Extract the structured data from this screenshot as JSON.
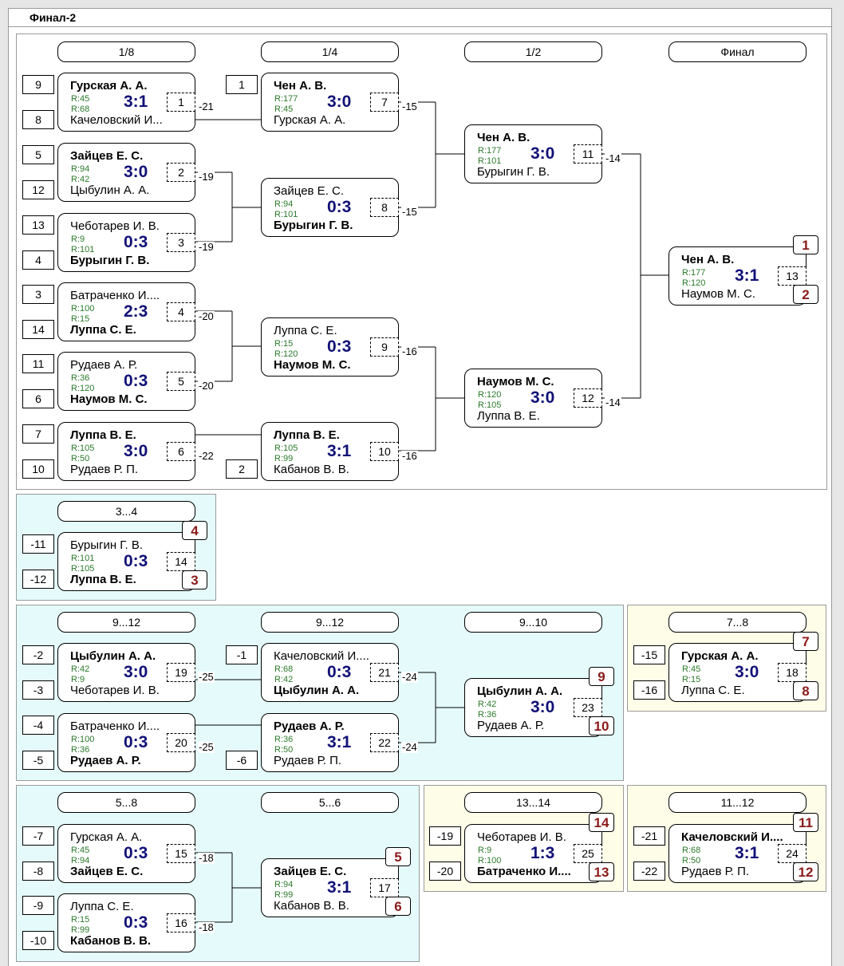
{
  "title": "Финал-2",
  "rounds": {
    "r8": "1/8",
    "r4": "1/4",
    "r2": "1/2",
    "final": "Финал",
    "p34": "3...4",
    "p912a": "9...12",
    "p912b": "9...12",
    "p910": "9...10",
    "p78": "7...8",
    "p58": "5...8",
    "p56": "5...6",
    "p1314": "13...14",
    "p1112": "11...12"
  },
  "matches": [
    {
      "n": "1",
      "p1": "Гурская А. А.",
      "r1": "R:45",
      "p2": "Качеловский И...",
      "r2": "R:68",
      "score": "3:1",
      "win": 1,
      "s1": "9",
      "s2": "8",
      "out": "-21"
    },
    {
      "n": "2",
      "p1": "Зайцев Е. С.",
      "r1": "R:94",
      "p2": "Цыбулин А. А.",
      "r2": "R:42",
      "score": "3:0",
      "win": 1,
      "s1": "5",
      "s2": "12",
      "out": "-19"
    },
    {
      "n": "3",
      "p1": "Чеботарев И. В.",
      "r1": "R:9",
      "p2": "Бурыгин Г. В.",
      "r2": "R:101",
      "score": "0:3",
      "win": 2,
      "s1": "13",
      "s2": "4",
      "out": "-19"
    },
    {
      "n": "4",
      "p1": "Батраченко И....",
      "r1": "R:100",
      "p2": "Луппа С. Е.",
      "r2": "R:15",
      "score": "2:3",
      "win": 2,
      "s1": "3",
      "s2": "14",
      "out": "-20"
    },
    {
      "n": "5",
      "p1": "Рудаев А. Р.",
      "r1": "R:36",
      "p2": "Наумов М. С.",
      "r2": "R:120",
      "score": "0:3",
      "win": 2,
      "s1": "11",
      "s2": "6",
      "out": "-20"
    },
    {
      "n": "6",
      "p1": "Луппа В. Е.",
      "r1": "R:105",
      "p2": "Рудаев Р. П.",
      "r2": "R:50",
      "score": "3:0",
      "win": 1,
      "s1": "7",
      "s2": "10",
      "out": "-22"
    },
    {
      "n": "7",
      "p1": "Чен А. В.",
      "r1": "R:177",
      "p2": "Гурская А. А.",
      "r2": "R:45",
      "score": "3:0",
      "win": 1,
      "s1": "1",
      "out": "-15"
    },
    {
      "n": "8",
      "p1": "Зайцев Е. С.",
      "r1": "R:94",
      "p2": "Бурыгин Г. В.",
      "r2": "R:101",
      "score": "0:3",
      "win": 2,
      "out": "-15"
    },
    {
      "n": "9",
      "p1": "Луппа С. Е.",
      "r1": "R:15",
      "p2": "Наумов М. С.",
      "r2": "R:120",
      "score": "0:3",
      "win": 2,
      "out": "-16"
    },
    {
      "n": "10",
      "p1": "Луппа В. Е.",
      "r1": "R:105",
      "p2": "Кабанов В. В.",
      "r2": "R:99",
      "score": "3:1",
      "win": 1,
      "s2": "2",
      "out": "-16"
    },
    {
      "n": "11",
      "p1": "Чен А. В.",
      "r1": "R:177",
      "p2": "Бурыгин Г. В.",
      "r2": "R:101",
      "score": "3:0",
      "win": 1,
      "out": "-14"
    },
    {
      "n": "12",
      "p1": "Наумов М. С.",
      "r1": "R:120",
      "p2": "Луппа В. Е.",
      "r2": "R:105",
      "score": "3:0",
      "win": 1,
      "out": "-14"
    },
    {
      "n": "13",
      "p1": "Чен А. В.",
      "r1": "R:177",
      "p2": "Наумов М. С.",
      "r2": "R:120",
      "score": "3:1",
      "win": 1,
      "pl1": "1",
      "pl2": "2"
    },
    {
      "n": "14",
      "p1": "Бурыгин Г. В.",
      "r1": "R:101",
      "p2": "Луппа В. Е.",
      "r2": "R:105",
      "score": "0:3",
      "win": 2,
      "s1": "-11",
      "s2": "-12",
      "pl1": "4",
      "pl2": "3"
    },
    {
      "n": "19",
      "p1": "Цыбулин А. А.",
      "r1": "R:42",
      "p2": "Чеботарев И. В.",
      "r2": "R:9",
      "score": "3:0",
      "win": 1,
      "s1": "-2",
      "s2": "-3",
      "out": "-25"
    },
    {
      "n": "20",
      "p1": "Батраченко И....",
      "r1": "R:100",
      "p2": "Рудаев А. Р.",
      "r2": "R:36",
      "score": "0:3",
      "win": 2,
      "s1": "-4",
      "s2": "-5",
      "out": "-25"
    },
    {
      "n": "21",
      "p1": "Качеловский И....",
      "r1": "R:68",
      "p2": "Цыбулин А. А.",
      "r2": "R:42",
      "score": "0:3",
      "win": 2,
      "s1": "-1",
      "out": "-24"
    },
    {
      "n": "22",
      "p1": "Рудаев А. Р.",
      "r1": "R:36",
      "p2": "Рудаев Р. П.",
      "r2": "R:50",
      "score": "3:1",
      "win": 1,
      "s2": "-6",
      "out": "-24"
    },
    {
      "n": "23",
      "p1": "Цыбулин А. А.",
      "r1": "R:42",
      "p2": "Рудаев А. Р.",
      "r2": "R:36",
      "score": "3:0",
      "win": 1,
      "pl1": "9",
      "pl2": "10"
    },
    {
      "n": "18",
      "p1": "Гурская А. А.",
      "r1": "R:45",
      "p2": "Луппа С. Е.",
      "r2": "R:15",
      "score": "3:0",
      "win": 1,
      "s1": "-15",
      "s2": "-16",
      "pl1": "7",
      "pl2": "8"
    },
    {
      "n": "15",
      "p1": "Гурская А. А.",
      "r1": "R:45",
      "p2": "Зайцев Е. С.",
      "r2": "R:94",
      "score": "0:3",
      "win": 2,
      "s1": "-7",
      "s2": "-8",
      "out": "-18"
    },
    {
      "n": "16",
      "p1": "Луппа С. Е.",
      "r1": "R:15",
      "p2": "Кабанов В. В.",
      "r2": "R:99",
      "score": "0:3",
      "win": 2,
      "s1": "-9",
      "s2": "-10",
      "out": "-18"
    },
    {
      "n": "17",
      "p1": "Зайцев Е. С.",
      "r1": "R:94",
      "p2": "Кабанов В. В.",
      "r2": "R:99",
      "score": "3:1",
      "win": 1,
      "pl1": "5",
      "pl2": "6"
    },
    {
      "n": "25",
      "p1": "Чеботарев И. В.",
      "r1": "R:9",
      "p2": "Батраченко И....",
      "r2": "R:100",
      "score": "1:3",
      "win": 2,
      "s1": "-19",
      "s2": "-20",
      "pl1": "14",
      "pl2": "13"
    },
    {
      "n": "24",
      "p1": "Качеловский И....",
      "r1": "R:68",
      "p2": "Рудаев Р. П.",
      "r2": "R:50",
      "score": "3:1",
      "win": 1,
      "s1": "-21",
      "s2": "-22",
      "pl1": "11",
      "pl2": "12"
    }
  ]
}
